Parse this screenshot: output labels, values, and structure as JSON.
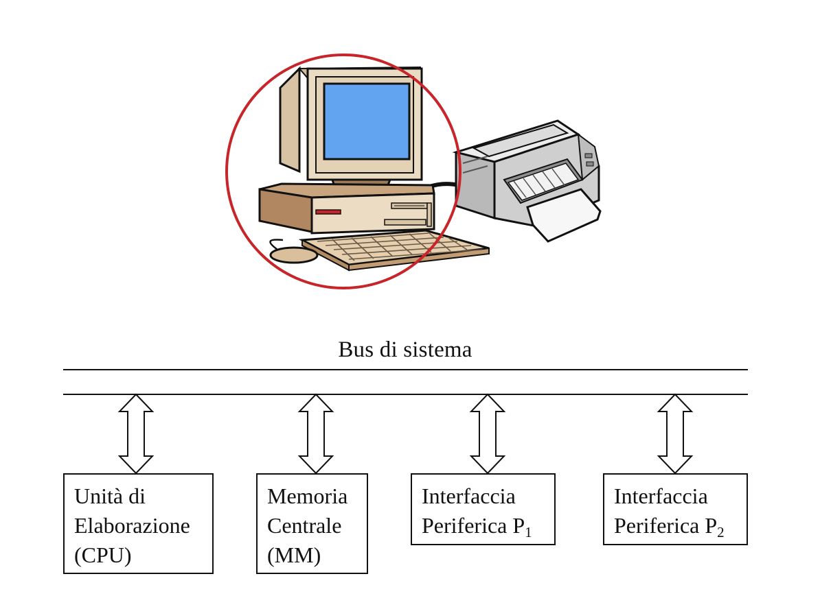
{
  "illustration": {
    "name": "computer with printer",
    "colors": {
      "highlight_circle": "#c8252a",
      "screen": "#62a4f0",
      "case": "#e8d4b8",
      "printer": "#c9c9c9"
    }
  },
  "diagram": {
    "bus_label": "Bus di sistema",
    "components": [
      {
        "lines": [
          "Unità di",
          "Elaborazione",
          "(CPU)"
        ]
      },
      {
        "lines": [
          "Memoria",
          "Centrale",
          "(MM)"
        ]
      },
      {
        "lines": [
          "Interfaccia",
          "Periferica P"
        ],
        "subscript": "1"
      },
      {
        "lines": [
          "Interfaccia",
          "Periferica P"
        ],
        "subscript": "2"
      }
    ]
  }
}
